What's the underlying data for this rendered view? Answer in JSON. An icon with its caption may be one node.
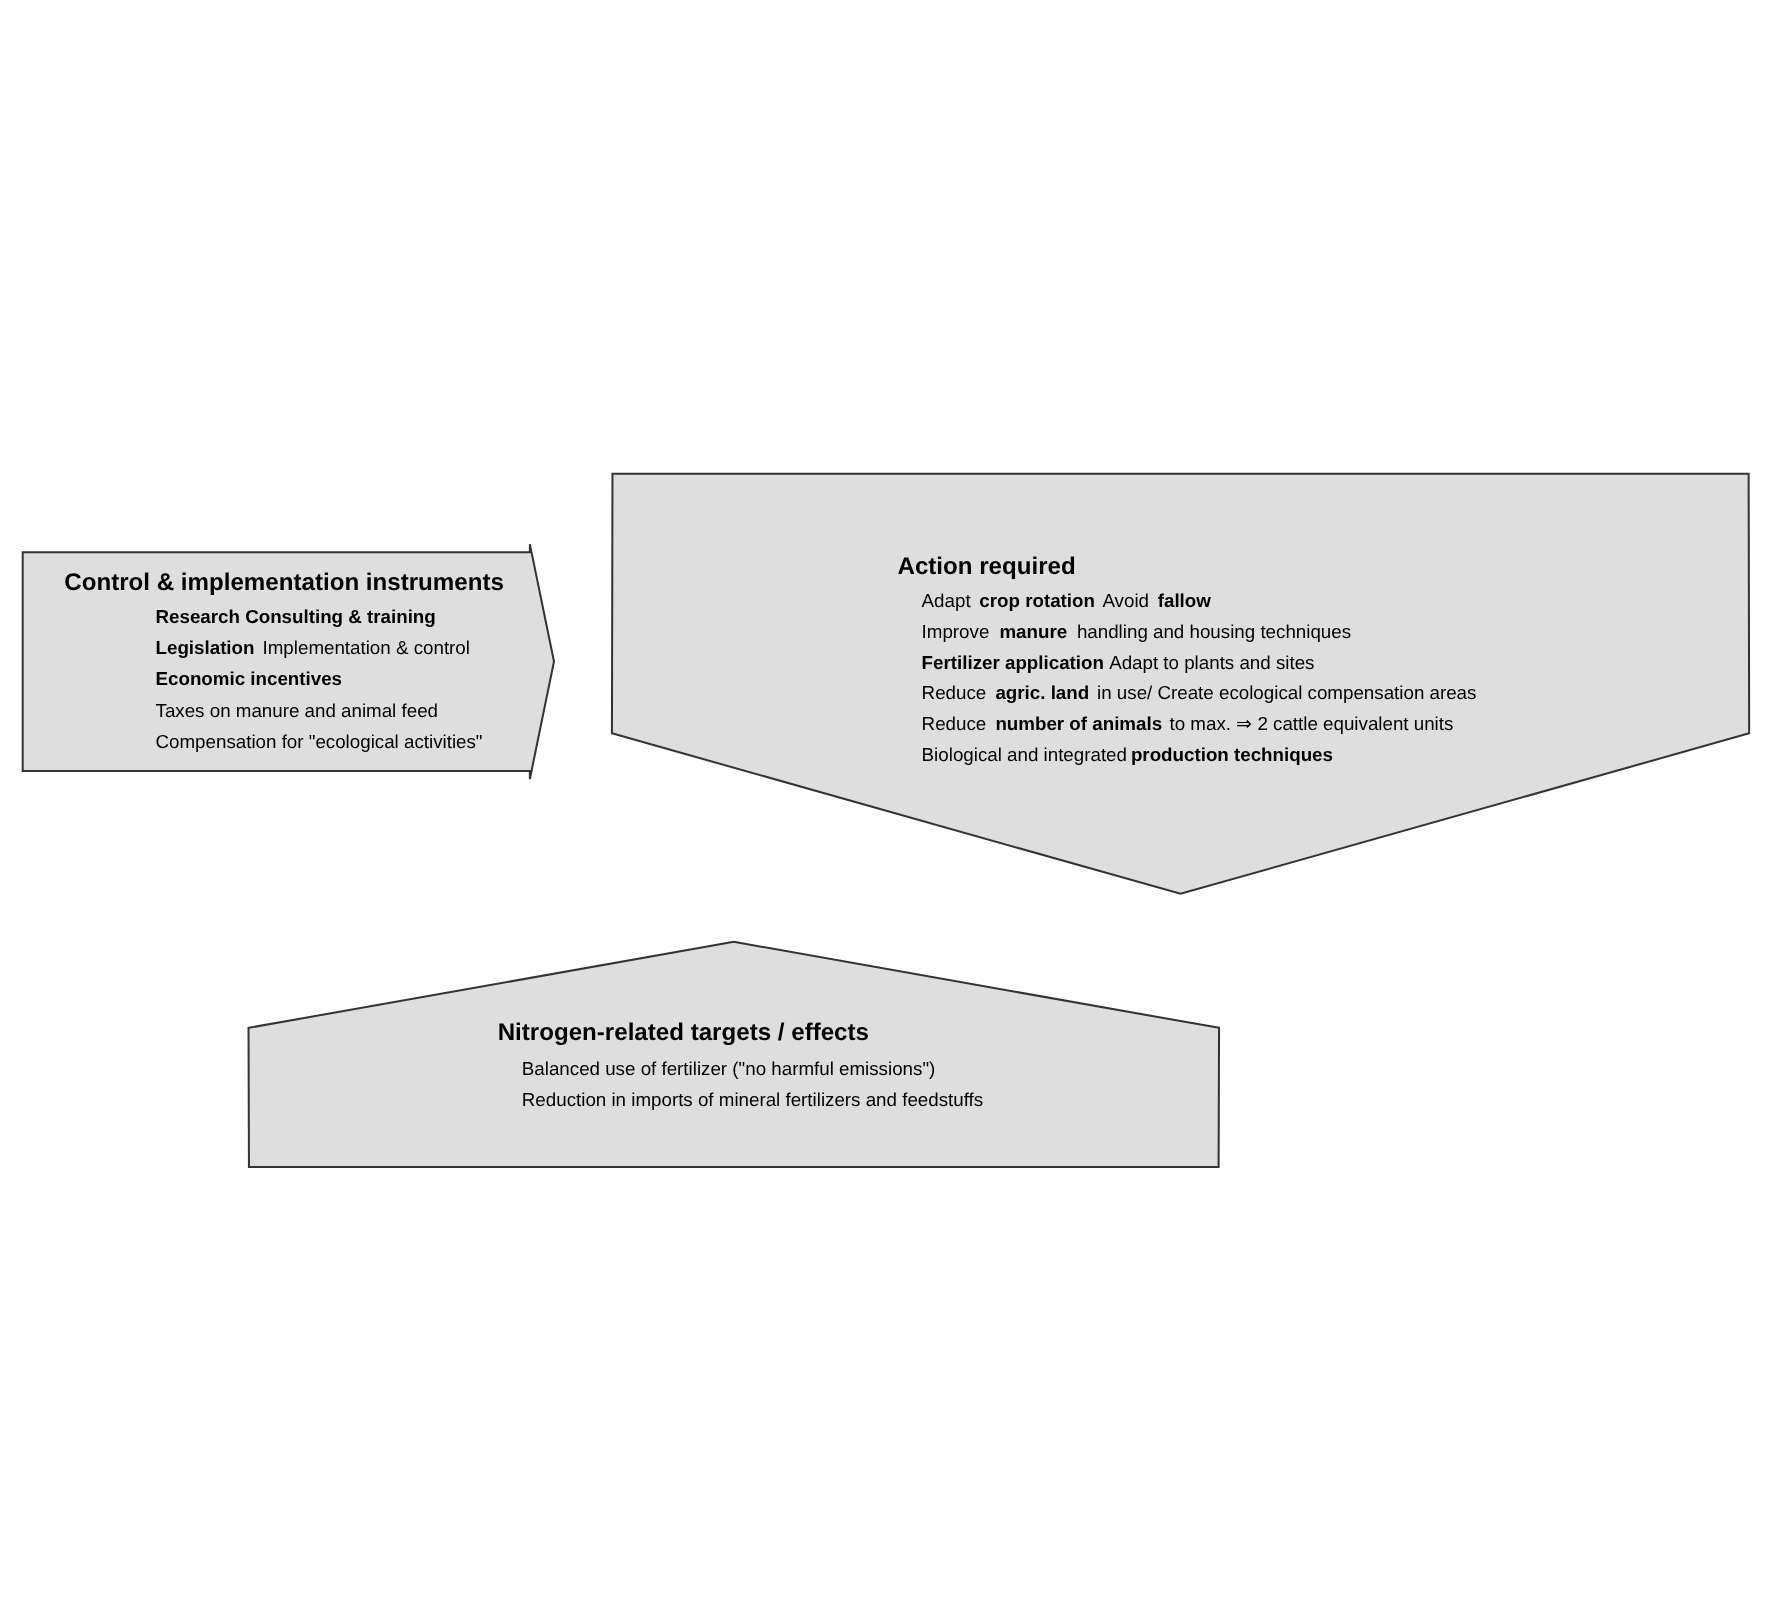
{
  "diagram": {
    "nodes": [
      {
        "text": [
          "Control & implementation instruments",
          "Research Consulting & training",
          "**Legislation** Implementation & control",
          "Economic incentives",
          "Taxes on manure and animal feed",
          "Compensation for \"ecological activities\""
        ]
      },
      {
        "text": [
          "Action required",
          "Adapt **crop rotation** Avoid **fallow**",
          "Improve **manure** handling and housing techniques",
          "**Fertilizer application** Adapt to plants and sites",
          "Reduce **agric. land** in use/ Create ecological compensation areas",
          "Reduce **number of animals** to max. ⇒ 2 cattle equivalent units",
          "Biological and integrated **production techniques**"
        ]
      },
      {
        "text": [
          "Nitrogen-related targets / effects",
          "Balanced use of fertilizer (\"no harmful emissions\")",
          "Reduction in imports of mineral fertilizers and feedstuffs"
        ]
      }
    ],
    "edges": []
  }
}
